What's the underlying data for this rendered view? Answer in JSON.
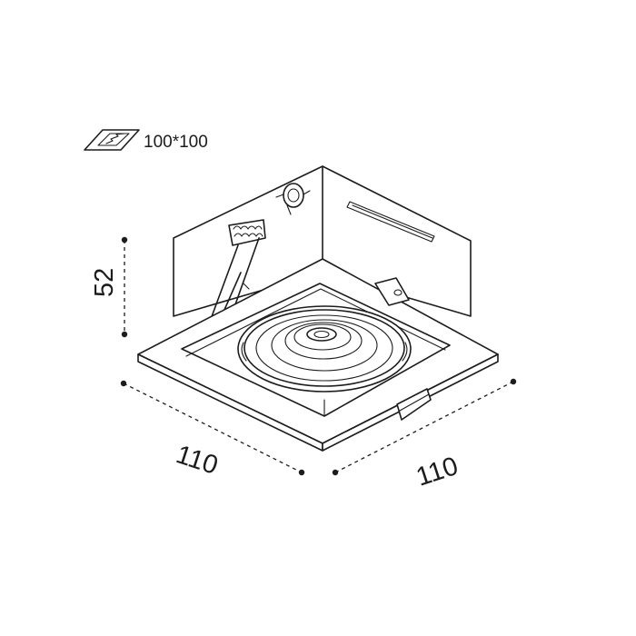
{
  "cutout": {
    "label": "100*100"
  },
  "dimensions": {
    "height": "52",
    "width_left": "110",
    "width_right": "110"
  },
  "colors": {
    "line": "#1c1c1c",
    "background": "#ffffff"
  },
  "icons": {
    "cutout": "ceiling-cutout-icon"
  }
}
